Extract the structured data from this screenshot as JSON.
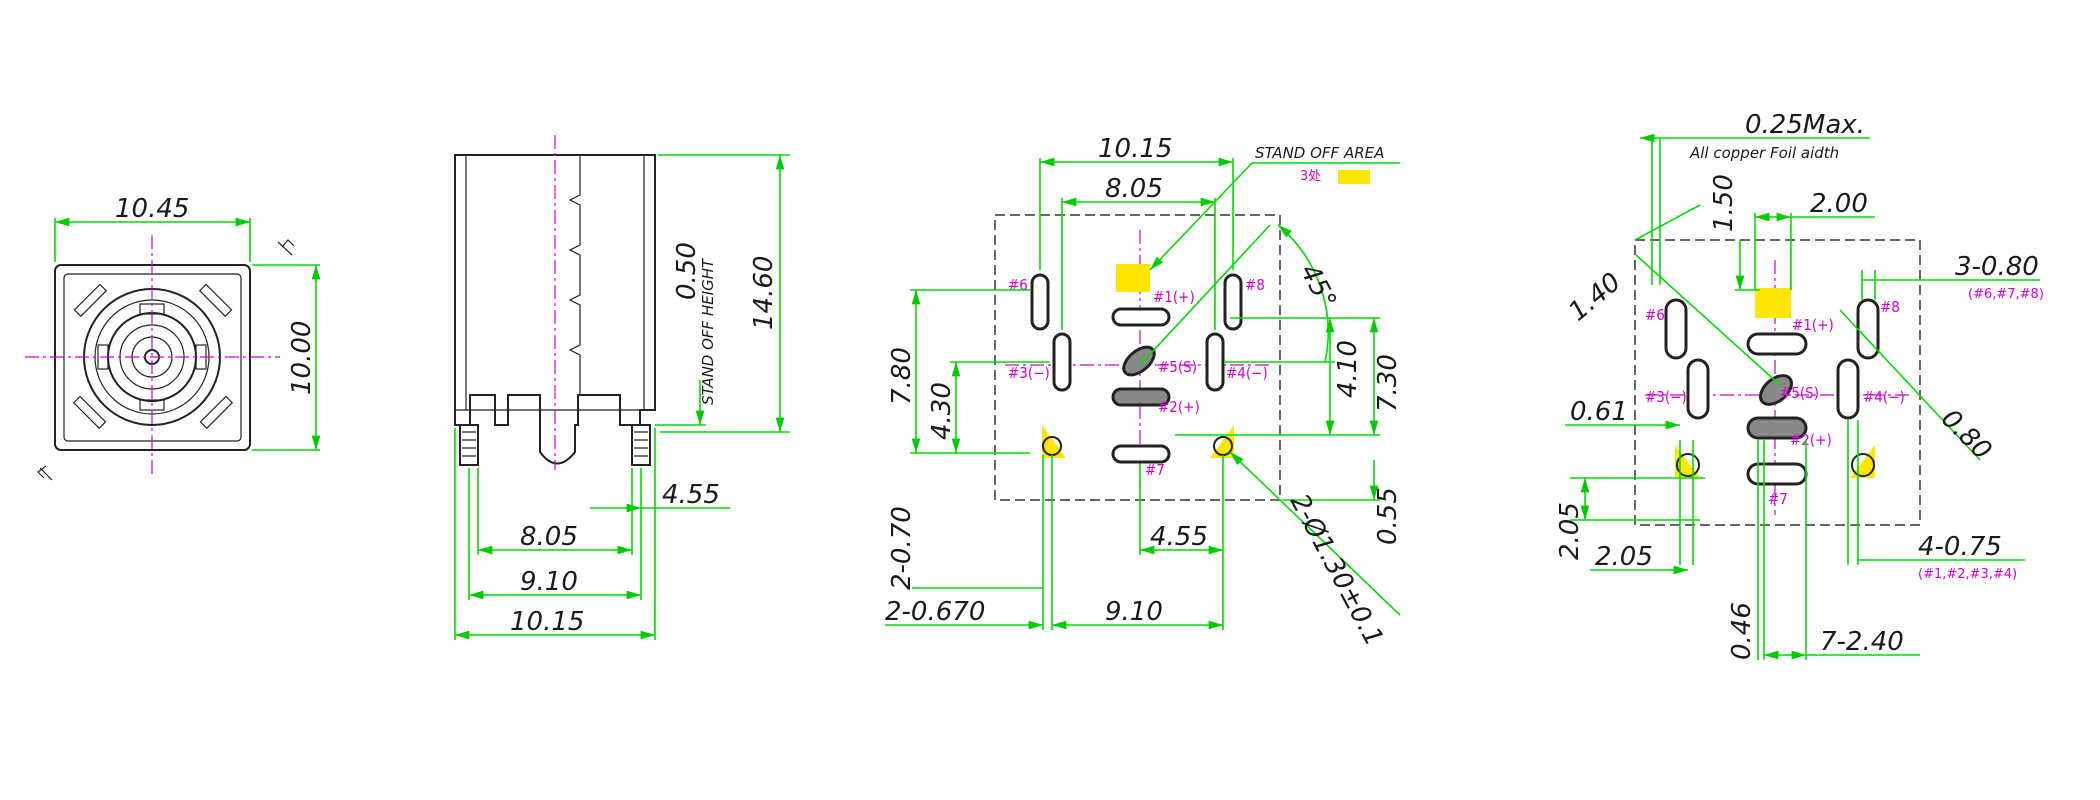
{
  "top_view": {
    "width_dim": "10.45",
    "height_dim": "10.00"
  },
  "side_view": {
    "standoff_dim": "0.50",
    "standoff_label": "STAND OFF HEIGHT",
    "height_dim": "14.60",
    "dim_455": "4.55",
    "dim_805": "8.05",
    "dim_910": "9.10",
    "dim_1015": "10.15"
  },
  "footprint_view": {
    "dim_1015": "10.15",
    "dim_805": "8.05",
    "standoff_area_label": "STAND OFF AREA",
    "standoff_area_count": "3处",
    "angle": "45°",
    "dim_780": "7.80",
    "dim_430": "4.30",
    "dim_410": "4.10",
    "dim_730": "7.30",
    "dim_2_070": "2-0.70",
    "dim_2_0670": "2-0.670",
    "dim_910": "9.10",
    "dim_455": "4.55",
    "dim_055": "0.55",
    "hole_note": "2-Ø1.30±0.1",
    "pins": {
      "p6": "#6",
      "p1": "#1(+)",
      "p8": "#8",
      "p3": "#3(−)",
      "p5": "#5(S)",
      "p4": "#4(−)",
      "p2": "#2(+)",
      "p7": "#7"
    }
  },
  "pad_view": {
    "max_dim": "0.25Max.",
    "copper_note": "All copper Foil aidth",
    "dim_150": "1.50",
    "dim_200": "2.00",
    "dim_140": "1.40",
    "dim_3_080": "3-0.80",
    "note_678": "(#6,#7,#8)",
    "dim_061": "0.61",
    "dim_080": "0.80",
    "dim_205v": "2.05",
    "dim_205h": "2.05",
    "dim_4_075": "4-0.75",
    "note_1234": "(#1,#2,#3,#4)",
    "dim_046": "0.46",
    "dim_7_240": "7-2.40",
    "pins": {
      "p6": "#6",
      "p1": "#1(+)",
      "p8": "#8",
      "p3": "#3(−)",
      "p5": "#5(S)",
      "p4": "#4(−)",
      "p2": "#2(+)",
      "p7": "#7"
    }
  },
  "colors": {
    "dimension_line": "#00dd00",
    "centerline": "#d000d0",
    "pin_label": "#d400d4",
    "standoff_fill": "#ffe600",
    "outline": "#222222"
  }
}
